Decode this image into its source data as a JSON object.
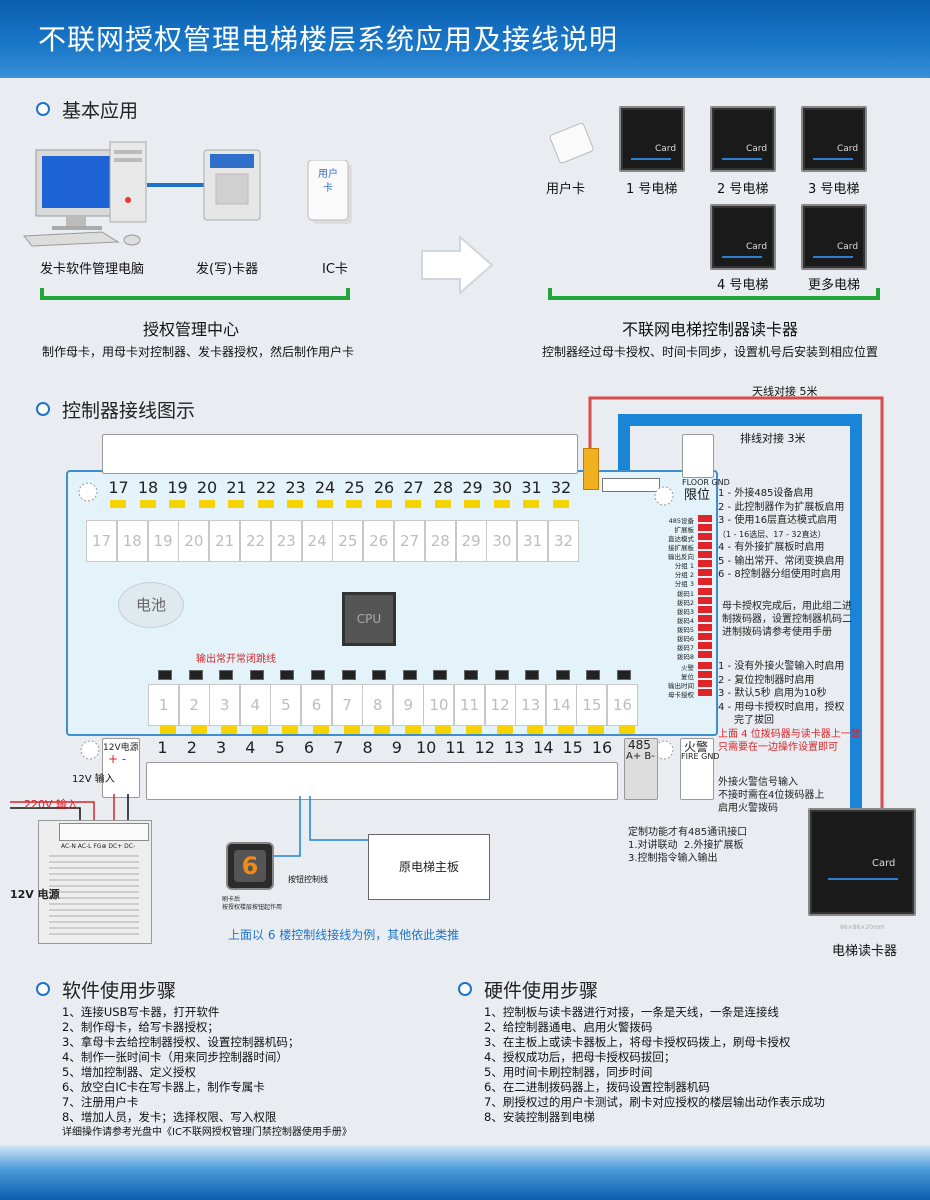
{
  "header": {
    "title": "不联网授权管理电梯楼层系统应用及接线说明"
  },
  "basic": {
    "title": "基本应用",
    "computer": "发卡软件管理电脑",
    "writer": "发(写)卡器",
    "ic_card": "IC卡",
    "ic_card_face": "用户卡",
    "center_title": "授权管理中心",
    "center_desc": "制作母卡，用母卡对控制器、发卡器授权，然后制作用户卡",
    "user_card": "用户卡",
    "readers": [
      "1 号电梯",
      "2 号电梯",
      "3 号电梯",
      "4 号电梯",
      "更多电梯"
    ],
    "reader_card_label": "Card",
    "right_title": "不联网电梯控制器读卡器",
    "right_desc": "控制器经过母卡授权、时间卡同步，设置机号后安装到相应位置"
  },
  "wiring": {
    "title": "控制器接线图示",
    "antenna": "天线对接 5米",
    "cable": "排线对接 3米",
    "top_floors": [
      "17",
      "18",
      "19",
      "20",
      "21",
      "22",
      "23",
      "24",
      "25",
      "26",
      "27",
      "28",
      "29",
      "30",
      "31",
      "32"
    ],
    "bottom_floors": [
      "1",
      "2",
      "3",
      "4",
      "5",
      "6",
      "7",
      "8",
      "9",
      "10",
      "11",
      "12",
      "13",
      "14",
      "15",
      "16"
    ],
    "limit": "限位",
    "limit_small": "FLOOR GND",
    "battery": "电池",
    "cpu": "CPU",
    "relay_note": "输出常开常闭跳线",
    "power_12v": "12V电源",
    "power_pm": "+  -",
    "input_12v": "12V 输入",
    "input_220v": "220V  输入",
    "psu_label": "12V 电源",
    "psu_terminals": "AC-N AC-L FG⊕ DC+ DC-",
    "port485": "485",
    "port485_sub": "A+ B-",
    "fire": "火警",
    "fire_sub": "FIRE GND",
    "dip1_labels": [
      "485设备",
      "扩展板",
      "直达模式",
      "接扩展板",
      "输出反向",
      "分组 1",
      "分组 2",
      "分组 3"
    ],
    "dip1_notes": [
      "1 - 外接485设备启用",
      "2 - 此控制器作为扩展板启用",
      "3 - 使用16层直达模式启用",
      "（1 - 16选层、17 - 32直达）",
      "4 - 有外接扩展板时启用",
      "5 - 输出常开、常闭变换启用",
      "6 - 8控制器分组使用时启用"
    ],
    "dip2_labels": [
      "拨码1",
      "拨码2",
      "拨码3",
      "拨码4",
      "拨码5",
      "拨码6",
      "拨码7",
      "拨码8"
    ],
    "dip2_note": "母卡授权完成后，用此组二进制拨码器，设置控制器机码二进制拨码请参考使用手册",
    "dip3_labels": [
      "火警",
      "复位",
      "输出时间",
      "母卡授权"
    ],
    "dip3_notes": [
      "1 - 没有外接火警输入时启用",
      "2 - 复位控制器时启用",
      "3 - 默认5秒  启用为10秒",
      "4 - 用母卡授权时启用，授权",
      "完了拔回"
    ],
    "red_note": "上面 4 位拨码器与读卡器上一致只需要在一边操作设置即可",
    "fire_note": "外接火警信号输入\n不接时需在4位拨码器上\n启用火警拨码",
    "custom_note": "定制功能才有485通讯接口\n1.对讲联动  2.外接扩展板\n3.控制指令输入输出",
    "main_board": "原电梯主板",
    "button_line": "按钮控制线",
    "button_num": "6",
    "button_caption": "刷卡后\n按授权楼层按钮起作用",
    "example_note": "上面以 6 楼控制线接线为例，其他依此类推",
    "reader_caption": "电梯读卡器",
    "reader_size": "86×86×20mm"
  },
  "software": {
    "title": "软件使用步骤",
    "steps": [
      "1、连接USB写卡器，打开软件",
      "2、制作母卡，给写卡器授权；",
      "3、拿母卡去给控制器授权、设置控制器机码；",
      "4、制作一张时间卡（用来同步控制器时间）",
      "5、增加控制器、定义授权",
      "6、放空白IC卡在写卡器上，制作专属卡",
      "7、注册用户卡",
      "8、增加人员，发卡；选择权限、写入权限"
    ],
    "note": "详细操作请参考光盘中《IC不联网授权管理门禁控制器使用手册》"
  },
  "hardware": {
    "title": "硬件使用步骤",
    "steps": [
      "1、控制板与读卡器进行对接，一条是天线，一条是连接线",
      "2、给控制器通电、启用火警拨码",
      "3、在主板上或读卡器板上，将母卡授权码拨上，刷母卡授权",
      "4、授权成功后，把母卡授权码拔回；",
      "5、用时间卡刷控制器，同步时间",
      "6、在二进制拨码器上，拨码设置控制器机码",
      "7、刷授权过的用户卡测试，刷卡对应授权的楼层输出动作表示成功",
      "8、安装控制器到电梯"
    ]
  },
  "colors": {
    "accent": "#1e73c9",
    "green": "#22a638",
    "red": "#e0252a",
    "cable_blue": "#1a84d6"
  }
}
